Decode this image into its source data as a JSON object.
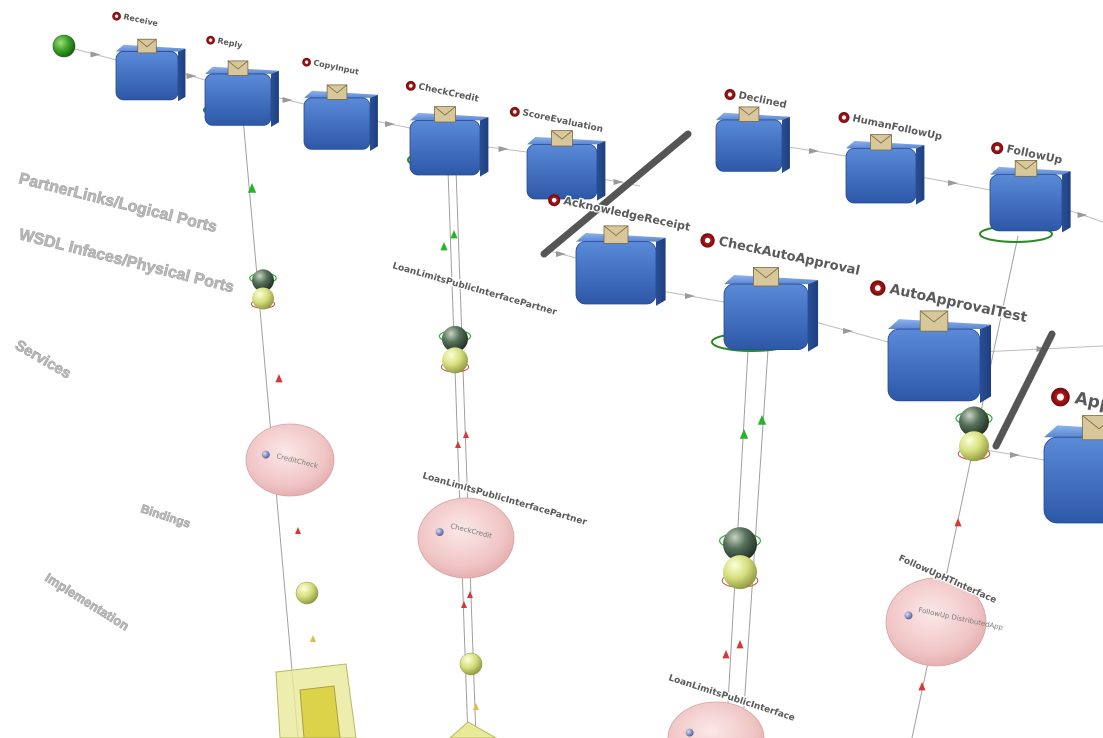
{
  "diagram": {
    "layers": [
      {
        "id": "partner-links",
        "text": "PartnerLinks/Logical Ports"
      },
      {
        "id": "wsdl-interfaces",
        "text": "WSDL Infaces/Physical Ports"
      },
      {
        "id": "services",
        "text": "Services"
      },
      {
        "id": "bindings",
        "text": "Bindings"
      },
      {
        "id": "implementation",
        "text": "Implementation"
      }
    ],
    "activities": [
      {
        "id": "receive",
        "text": "Receive"
      },
      {
        "id": "reply",
        "text": "Reply"
      },
      {
        "id": "copy-input",
        "text": "CopyInput"
      },
      {
        "id": "check-credit",
        "text": "CheckCredit"
      },
      {
        "id": "score-evaluation",
        "text": "ScoreEvaluation"
      },
      {
        "id": "declined",
        "text": "Declined"
      },
      {
        "id": "human-follow-up",
        "text": "HumanFollowUp"
      },
      {
        "id": "follow-up",
        "text": "FollowUp"
      },
      {
        "id": "acknowledge-receipt",
        "text": "AcknowledgeReceipt"
      },
      {
        "id": "check-auto-approval",
        "text": "CheckAutoApproval"
      },
      {
        "id": "auto-approval-test",
        "text": "AutoApprovalTest"
      },
      {
        "id": "approved",
        "text": "App"
      }
    ],
    "interface_labels": [
      {
        "id": "loan-limits-1",
        "text": "LoanLimitsPublicInterfacePartner"
      },
      {
        "id": "loan-limits-2",
        "text": "LoanLimitsPublicInterfacePartner"
      },
      {
        "id": "loan-limits-3",
        "text": "LoanLimitsPublicInterface"
      },
      {
        "id": "follow-up-interface",
        "text": "FollowUpHTInterface"
      }
    ],
    "service_labels": [
      {
        "id": "svc-1",
        "text": "CreditCheck"
      },
      {
        "id": "svc-2",
        "text": "CheckCredit"
      },
      {
        "id": "svc-3",
        "text": "FollowUp DistributedApp"
      }
    ],
    "colors": {
      "activity_box": "#3b6cc4",
      "activity_box_top": "#6b98e0",
      "envelope": "#d8c79a",
      "start_sphere": "#2f9a1e",
      "port_sphere_dark": "#3b5a3a",
      "port_sphere_light": "#d7e07a",
      "service_bubble": "#f2c6c6",
      "impl_box": "#eaea9a",
      "partition_bar": "#555555",
      "red_cone": "#d23a3a",
      "green_cone": "#27b32a",
      "label_text": "#5a5a5a",
      "layer_text": "#b7b7b7"
    }
  }
}
